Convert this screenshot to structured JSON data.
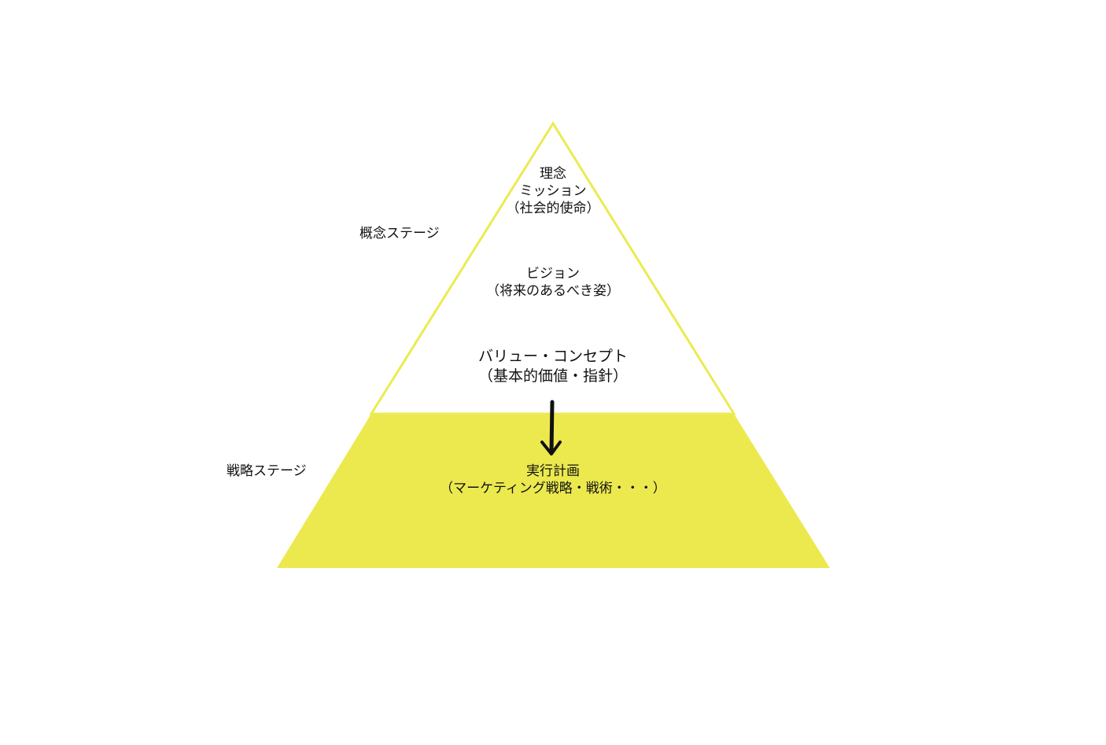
{
  "colors": {
    "pyramid_outline": "#ecea52",
    "pyramid_fill": "#ece94f",
    "arrow": "#111111",
    "text": "#111111"
  },
  "tiers": {
    "philosophy": {
      "line1": "理念",
      "line2": "ミッション",
      "line3": "（社会的使命）"
    },
    "vision": {
      "line1": "ビジョン",
      "line2": "（将来のあるべき姿）"
    },
    "value": {
      "line1": "バリュー・コンセプト",
      "line2": "（基本的価値・指針）"
    },
    "execution": {
      "line1": "実行計画",
      "line2": "（マーケティング戦略・戦術・・・）"
    }
  },
  "stages": {
    "concept": "概念ステージ",
    "strategy": "戦略ステージ"
  }
}
